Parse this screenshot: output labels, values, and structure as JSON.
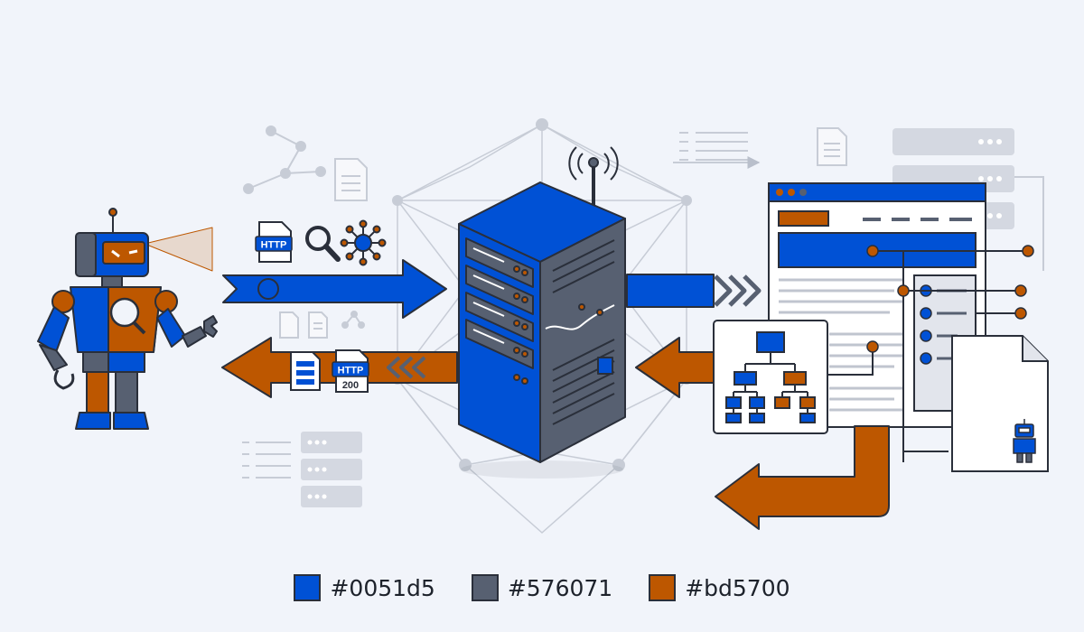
{
  "colors": {
    "blue": "#0051d5",
    "gray": "#576071",
    "orange": "#bd5700",
    "light_gray": "#c9ced8",
    "line_gray": "#b9bfcb",
    "dark": "#2a2f3a",
    "paper": "#ffffff"
  },
  "icons": {
    "request_icons": [
      "http-file-icon",
      "magnifier-icon",
      "network-node-icon"
    ],
    "response_icons": [
      "document-icon",
      "http-200-file-icon"
    ]
  },
  "labels": {
    "http_request": "HTTP",
    "http_response": "HTTP",
    "status_code": "200"
  },
  "legend": [
    {
      "color": "#0051d5",
      "label": "#0051d5"
    },
    {
      "color": "#576071",
      "label": "#576071"
    },
    {
      "color": "#bd5700",
      "label": "#bd5700"
    }
  ]
}
